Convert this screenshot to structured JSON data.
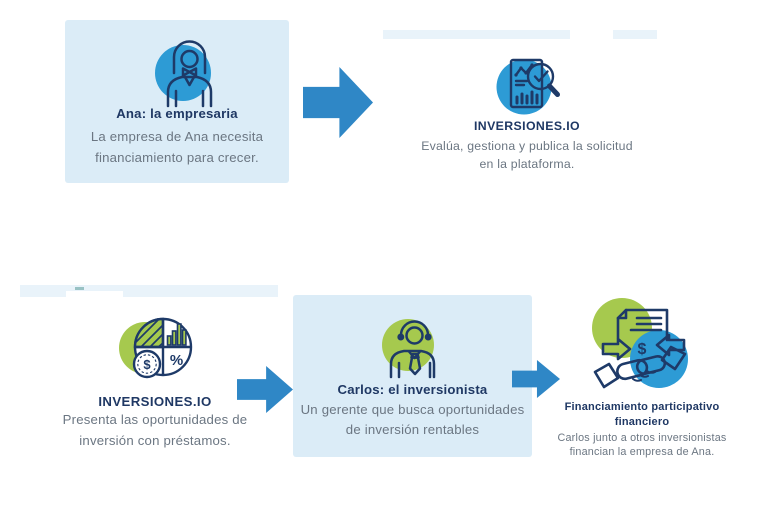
{
  "diagram": {
    "top": {
      "ana": {
        "title": "Ana: la empresaria",
        "lines": [
          "La empresa de Ana necesita",
          "financiamiento para crecer."
        ]
      },
      "platform": {
        "title": "INVERSIONES.IO",
        "lines": [
          "Evalúa, gestiona y publica la solicitud",
          "en la plataforma."
        ]
      }
    },
    "bottom": {
      "platform": {
        "title": "INVERSIONES.IO",
        "lines": [
          "Presenta las oportunidades de",
          "inversión con préstamos."
        ]
      },
      "carlos": {
        "title": "Carlos: el inversionista",
        "lines": [
          "Un gerente que busca oportunidades",
          "de inversión rentables"
        ]
      },
      "outcome": {
        "title_lines": [
          "Financiamiento participativo",
          "financiero"
        ],
        "lines": [
          "Carlos junto a otros inversionistas",
          "financian la empresa de Ana."
        ]
      }
    }
  },
  "icons": {
    "ana": "businesswoman-icon",
    "platform_top": "document-search-icon",
    "platform_bottom": "pie-chart-dollar-icon",
    "carlos": "businessman-icon",
    "outcome": "handshake-deal-icon",
    "connectors": "arrow-right-icon"
  },
  "colors": {
    "card_bg": "#DBECF7",
    "strip_bg": "#E9F3FA",
    "arrow_blue": "#2F87C6",
    "circle_blue": "#2D9BD5",
    "circle_green": "#A6C94E",
    "outline_navy": "#1E3A68",
    "title_navy": "#1F3864",
    "body_gray": "#6B7682"
  }
}
